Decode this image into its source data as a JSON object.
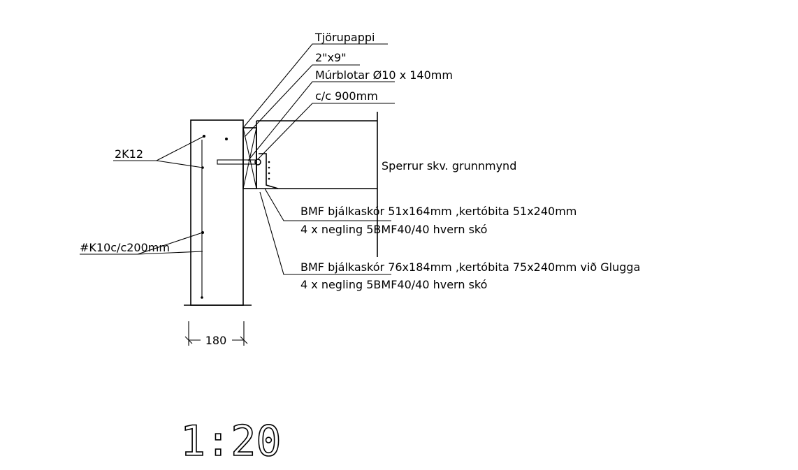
{
  "labels": {
    "tjorupappi": "Tjörupappi",
    "size_2x9": "2\"x9\"",
    "murblotar": "Múrblotar Ø10 x 140mm",
    "cc900": "c/c 900mm",
    "sperrur": "Sperrur skv. grunnmynd",
    "rebar_2k12": "2K12",
    "mesh": "#K10c/c200mm",
    "bmf1_line1": "BMF bjálkaskór 51x164mm ,kertóbita 51x240mm",
    "bmf1_line2": "4 x negling 5BMF40/40 hvern skó",
    "bmf2_line1": "BMF bjálkaskór 76x184mm ,kertóbita 75x240mm við Glugga",
    "bmf2_line2": "4 x negling 5BMF40/40 hvern skó",
    "dim_180": "180",
    "scale": "1:20"
  },
  "colors": {
    "ink": "#000000",
    "paper": "#ffffff"
  }
}
